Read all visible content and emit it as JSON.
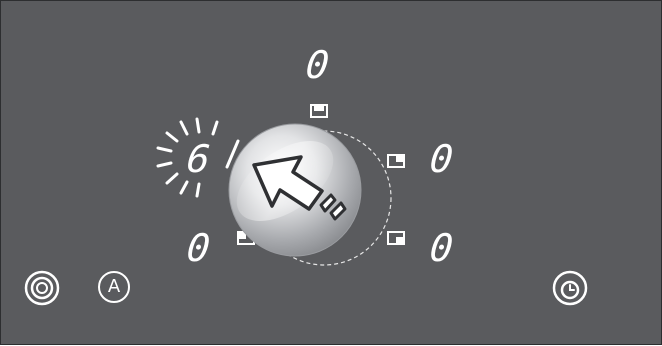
{
  "cooktop": {
    "zones": {
      "top": {
        "level": "0"
      },
      "left": {
        "level": "6"
      },
      "right": {
        "level": "0"
      },
      "bottom_left": {
        "level": "0"
      },
      "bottom_right": {
        "level": "0"
      }
    },
    "buttons": {
      "auto_label": "A"
    },
    "icons": {
      "active_zone_indicator": "blinking-rays-icon",
      "selector_knob": "arrow-icon",
      "bridge_button": "concentric-rings-icon",
      "auto_button": "a-letter-icon",
      "timer_button": "clock-icon"
    },
    "colors": {
      "panel_background": "#5a5b5e",
      "display_white": "#ffffff"
    }
  }
}
